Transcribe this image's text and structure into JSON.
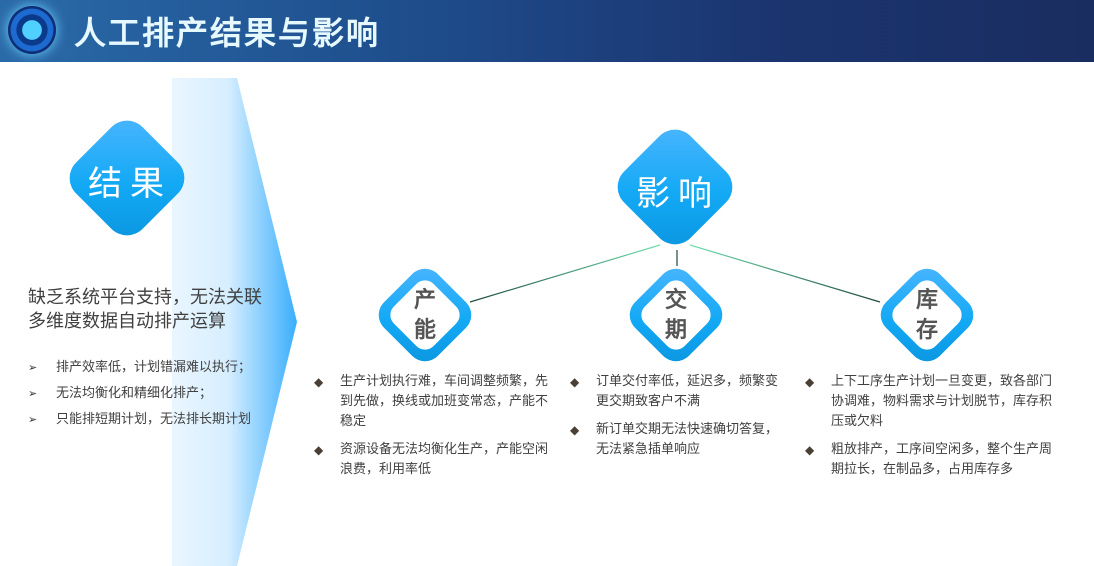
{
  "header": {
    "title": "人工排产结果与影响"
  },
  "result": {
    "label": "结果",
    "summary": "缺乏系统平台支持，无法关联多维度数据自动排产运算",
    "bullets": [
      "排产效率低，计划错漏难以执行；",
      "无法均衡化和精细化排产；",
      "只能排短期计划，无法排长期计划"
    ]
  },
  "impact": {
    "label": "影响",
    "categories": [
      {
        "label": [
          "产",
          "能"
        ],
        "items": [
          "生产计划执行难，车间调整频繁，先到先做，换线或加班变常态，产能不稳定",
          "资源设备无法均衡化生产，产能空闲浪费，利用率低"
        ]
      },
      {
        "label": [
          "交",
          "期"
        ],
        "items": [
          "订单交付率低，延迟多，频繁变更交期致客户不满",
          "新订单交期无法快速确切答复，无法紧急插单响应"
        ]
      },
      {
        "label": [
          "库",
          "存"
        ],
        "items": [
          "上下工序生产计划一旦变更，致各部门协调难，物料需求与计划脱节，库存积压或欠料",
          "粗放排产，工序间空闲多，整个生产周期拉长，在制品多，占用库存多"
        ]
      }
    ]
  },
  "colors": {
    "accent": "#13a9f5",
    "header": "#1b3570"
  }
}
